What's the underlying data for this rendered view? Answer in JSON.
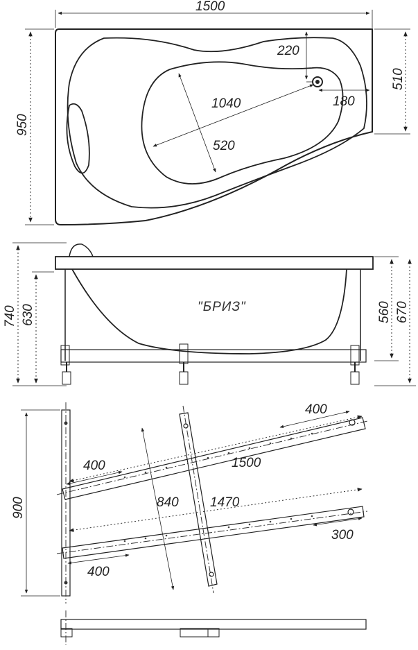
{
  "top_view": {
    "width": "1500",
    "height": "950",
    "drain_offset_y": "220",
    "drain_offset_x": "180",
    "side_height": "510",
    "inner_length": "1040",
    "inner_width": "520"
  },
  "side_view": {
    "model_name": "\"БРИЗ\"",
    "total_height_left": "740",
    "rim_height_left": "630",
    "rim_height_right": "560",
    "total_height_right": "670"
  },
  "frame_view": {
    "frame_height": "900",
    "top_rail_length": "1500",
    "bottom_rail_length": "1470",
    "cross_bar_length": "840",
    "offset_top_right": "400",
    "offset_top_left": "400",
    "offset_bottom_left": "400",
    "offset_bottom_right": "300"
  }
}
